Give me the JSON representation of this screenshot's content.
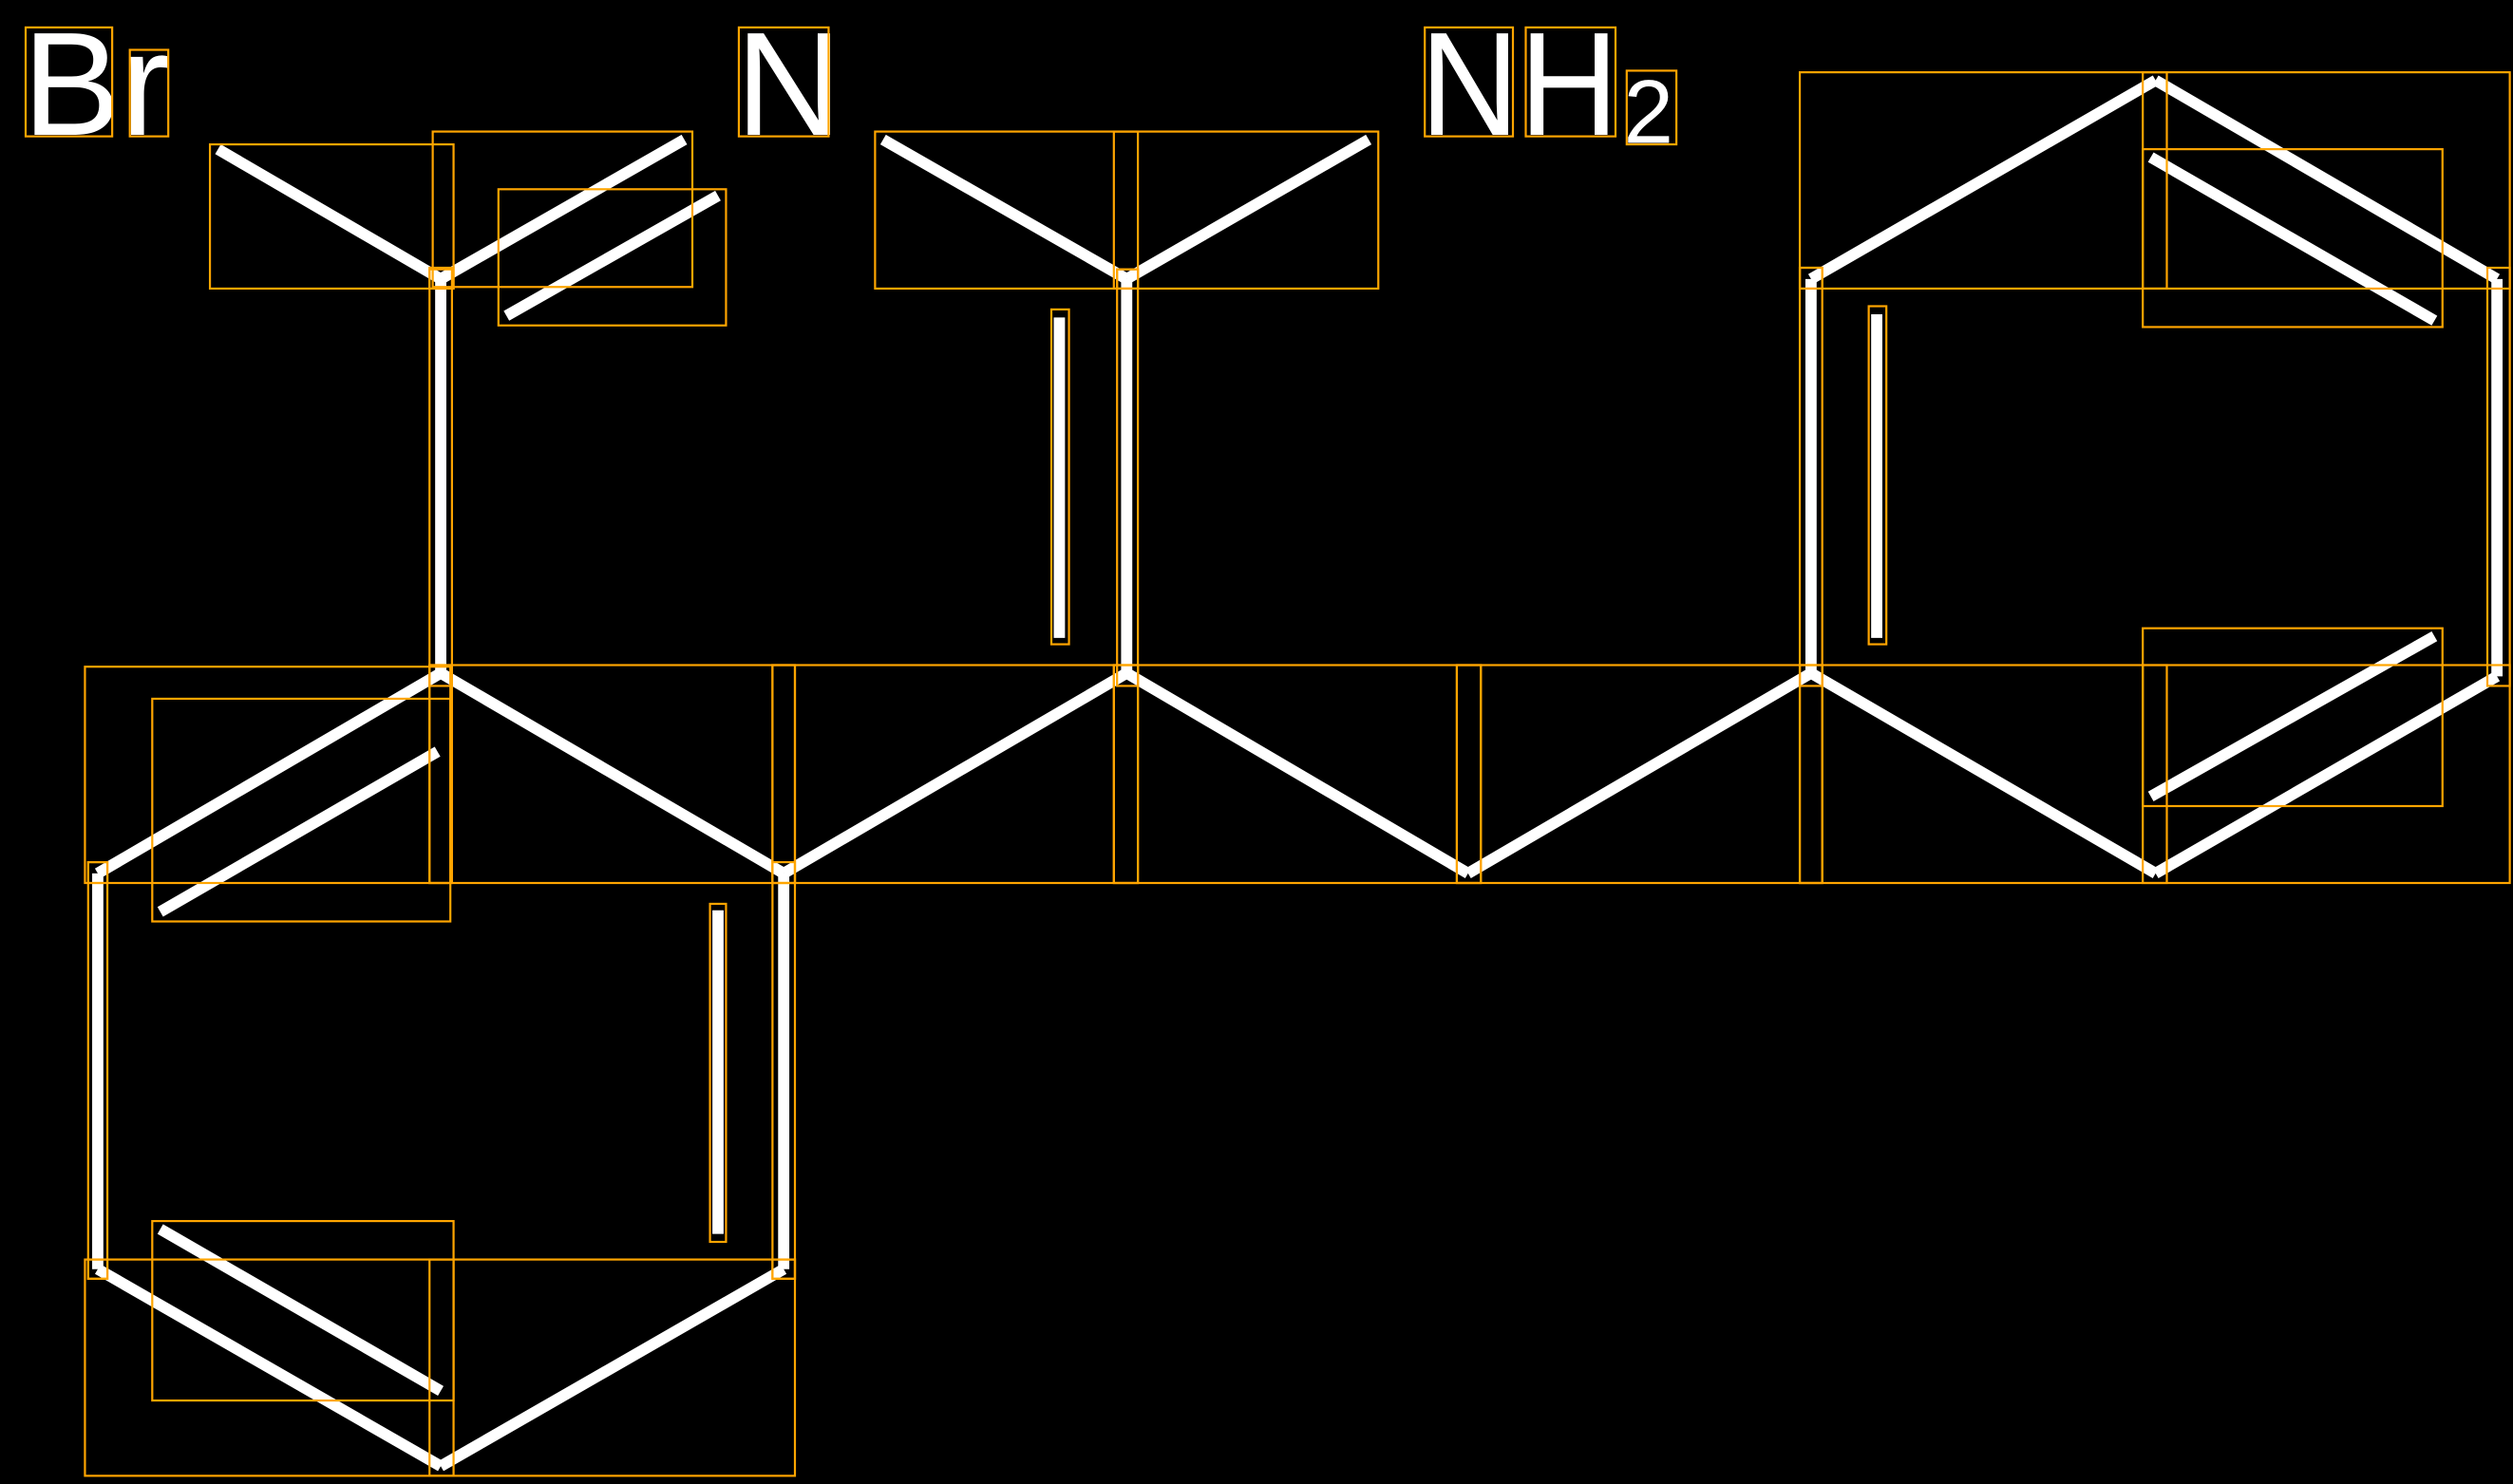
{
  "molecule": {
    "atoms": [
      {
        "label": "Br"
      },
      {
        "label": "N"
      },
      {
        "label": "NH",
        "subscript": "2"
      }
    ]
  },
  "colors": {
    "background": "#000000",
    "bond": "#ffffff",
    "box": "#ffa500"
  }
}
